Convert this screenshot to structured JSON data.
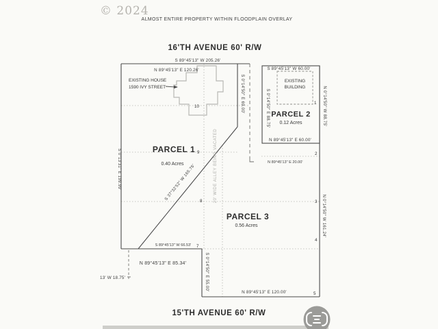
{
  "watermark": "© 2024",
  "note": "ALMOST ENTIRE PROPERTY WITHIN FLOODPLAIN OVERLAY",
  "streets": {
    "top": "16'TH AVENUE  60' R/W",
    "bottom": "15'TH AVENUE  60' R/W"
  },
  "parcels": {
    "p1": {
      "name": "PARCEL 1",
      "area": "0.40 Acres"
    },
    "p2": {
      "name": "PARCEL 2",
      "area": "0.12 Acres"
    },
    "p3": {
      "name": "PARCEL 3",
      "area": "0.56 Acres"
    }
  },
  "structures": {
    "house_line1": "EXISTING HOUSE",
    "house_line2": "1590 IVY STREET",
    "building_line1": "EXISTING",
    "building_line2": "BUILDING"
  },
  "dimensions": {
    "north_205": "S 89°45'13\" W 205.26'",
    "p1_north_120": "N 89°45'13\" E 120.26'",
    "p2_north_60": "S 89°45'13\" W 60.00'",
    "p2_south_60": "N 89°45'13\" E 60.00'",
    "p2_west_8875": "S 0°14'50\" E 88.75'",
    "p2_east_8875": "N 0°14'50\" W 88.75'",
    "alley_west_69": "S 0°14'50\" E 69.00'",
    "west_199": "S 0°13'31\" E 199.99'",
    "diagonal_165": "S 37°32'52\" W 165.76'",
    "alley_note": "20' WIDE ALLEY BEING VACATED",
    "alley_south_20": "N 89°45'13\" E 20.00'",
    "east_161": "N 0°14'50\" W 161.24'",
    "p1_south_66": "S 89°45'13\" W 66.53'",
    "south_85": "N 89°45'13\" E 85.34'",
    "west_jog_18": "13' W 18.75'",
    "p3_west_55": "S 0°14'50\" E 55.00'",
    "p3_south_120": "N 89°45'13\" E 120.00'"
  },
  "vertices": {
    "v1": "1",
    "v2": "2",
    "v3": "3",
    "v4": "4",
    "v5": "5",
    "v7": "7",
    "v8": "8",
    "v9": "9",
    "v10": "10"
  },
  "colors": {
    "paper": "#fafaf7",
    "ink": "#4a4a4a",
    "faint": "#b8b8b4",
    "scan_icon": "#9b9b98"
  }
}
